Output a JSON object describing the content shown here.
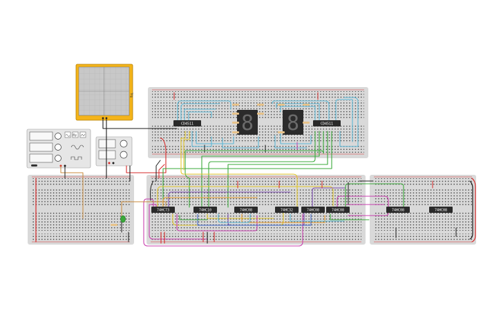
{
  "canvas": {
    "background": "#ffffff",
    "breadboard_color": "#d9d9d9",
    "hole_color": "#3a3a3a",
    "rail_red": "#d62828",
    "rail_black": "#1a1a1a"
  },
  "oscilloscope": {
    "frame_color": "#f4b41a",
    "screen_color": "#c8c8c8",
    "side_label": "Trig"
  },
  "function_generator": {
    "icon": "function-generator-icon",
    "waveforms": [
      "sine",
      "square",
      "triangle"
    ]
  },
  "power_supply": {
    "icon": "power-supply-icon"
  },
  "displays": [
    {
      "name": "seven-segment-left",
      "value": "8"
    },
    {
      "name": "seven-segment-right",
      "value": "8"
    }
  ],
  "chips": [
    {
      "name": "chip-decoder-left",
      "label": "CD4511"
    },
    {
      "name": "chip-decoder-right",
      "label": "CD4511"
    },
    {
      "name": "chip-1",
      "label": "74HC73"
    },
    {
      "name": "chip-2",
      "label": "74HC10"
    },
    {
      "name": "chip-3",
      "label": "74HC08"
    },
    {
      "name": "chip-4",
      "label": "74HC32"
    },
    {
      "name": "chip-5",
      "label": "74HC08"
    },
    {
      "name": "chip-6",
      "label": "74HC08"
    },
    {
      "name": "chip-7",
      "label": "74HC08"
    },
    {
      "name": "chip-8",
      "label": "74HC08"
    }
  ],
  "wire_colors": [
    "#5bb8d6",
    "#3aa83a",
    "#e3c72a",
    "#c83fae",
    "#7a4bb0",
    "#c8893a",
    "#d62828",
    "#1a1a1a",
    "#3a63c8",
    "#e89b2a"
  ],
  "led": {
    "color": "#3aa83a"
  }
}
